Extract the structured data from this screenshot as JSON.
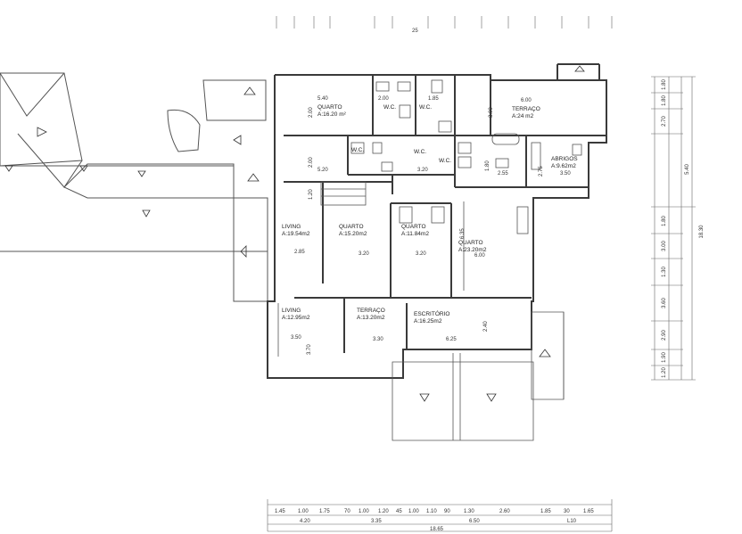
{
  "rooms": {
    "quarto_1": {
      "name": "QUARTO",
      "area": "A:16.20 m²"
    },
    "wc_1": {
      "name": "W.C."
    },
    "wc_2": {
      "name": "W.C."
    },
    "wc_3": {
      "name": "W.C."
    },
    "wc_4": {
      "name": "W.C."
    },
    "wc_5": {
      "name": "W.C."
    },
    "terraco_1": {
      "name": "TERRAÇO",
      "area": "A:24 m2"
    },
    "abrigos": {
      "name": "ABRIGOS",
      "area": "A:9.62m2"
    },
    "living_1": {
      "name": "LIVING",
      "area": "A:19.54m2"
    },
    "quarto_2": {
      "name": "QUARTO",
      "area": "A:15.20m2"
    },
    "quarto_3": {
      "name": "QUARTO",
      "area": "A:11.84m2"
    },
    "quarto_4": {
      "name": "QUARTO",
      "area": "A:23.20m2"
    },
    "living_2": {
      "name": "LIVING",
      "area": "A:12.95m2"
    },
    "terraco_2": {
      "name": "TERRAÇO",
      "area": "A:13.20m2"
    },
    "escritorio": {
      "name": "ESCRITÓRIO",
      "area": "A:16.25m2"
    }
  },
  "dims": {
    "d540": "5.40",
    "d200a": "2.00",
    "d185": "1.85",
    "d600a": "6.00",
    "d200b": "2.00",
    "d300": "3.00",
    "d200c": "2.00",
    "d520": "5.20",
    "d320a": "3.20",
    "d255": "2.55",
    "d350a": "3.50",
    "d275": "2.75",
    "d180": "1.80",
    "d120a": "1.20",
    "d285": "2.85",
    "d320b": "3.20",
    "d320c": "3.20",
    "d600b": "6.00",
    "d635": "6.35",
    "d350b": "3.50",
    "d330": "3.30",
    "d625": "6.25",
    "d240": "2.40",
    "d370": "3.70",
    "d25": "25"
  },
  "right_dims": [
    "1.80",
    "1.80",
    "2.70",
    "5.40",
    "1.80",
    "3.00",
    "1.30",
    "3.60",
    "2.90",
    "1.90",
    "1.20",
    "18.30"
  ],
  "bottom_dims": {
    "row1": [
      "1.45",
      "1.00",
      "1.75",
      "70",
      "1.00",
      "1.20",
      "45",
      "1.00",
      "1.10",
      "90",
      "1.30",
      "2.60",
      "1.85",
      "30",
      "1.65"
    ],
    "row2": [
      "4.20",
      "3.35",
      "6.50",
      "L10"
    ],
    "row3": [
      "18.65"
    ]
  }
}
